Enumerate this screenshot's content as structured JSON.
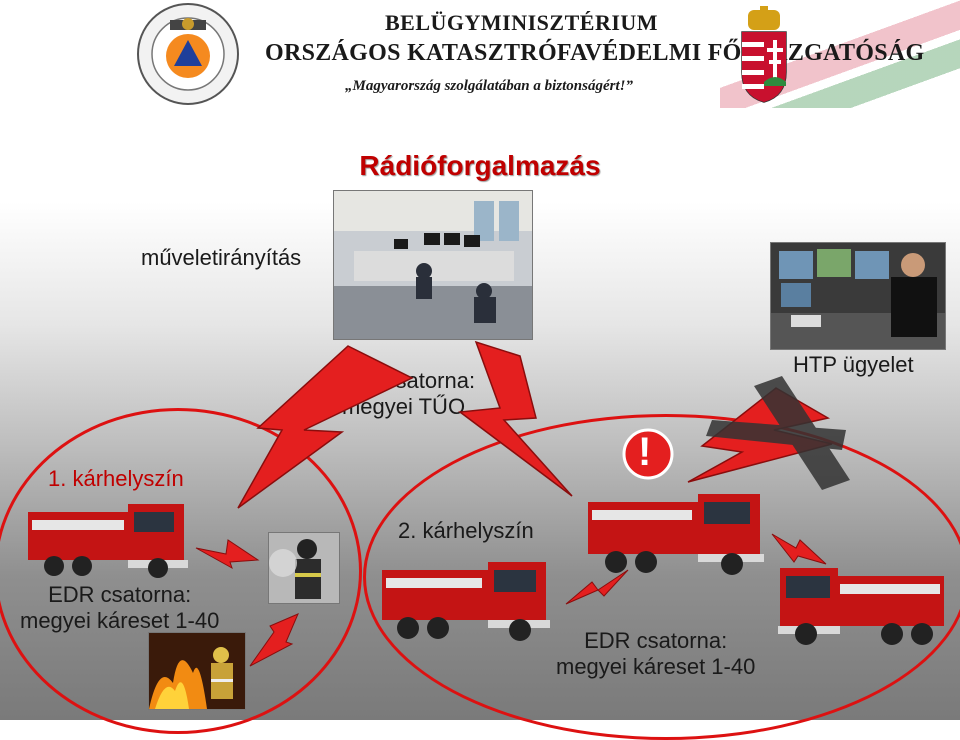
{
  "header": {
    "ministry": "BELÜGYMINISZTÉRIUM",
    "directorate": "ORSZÁGOS KATASZTRÓFAVÉDELMI FŐIGAZGATÓSÁG",
    "motto": "„Magyarország szolgálatában a biztonságért!”",
    "seal_icon": "disaster-management-seal-icon",
    "coat_icon": "hungarian-coat-of-arms-icon"
  },
  "slide": {
    "title": "Rádióforgalmazás",
    "operations_label": "műveletirányítás",
    "htp_label": "HTP ügyelet",
    "edr_tuo_line1": "EDR csatorna:",
    "edr_tuo_line2": "megyei TŰO",
    "scene1_label": "1. kárhelyszín",
    "scene2_label": "2. kárhelyszín",
    "scene1_edr_line1": "EDR csatorna:",
    "scene1_edr_line2": "megyei kárеset 1-40",
    "scene2_edr_line1": "EDR csatorna:",
    "scene2_edr_line2": "megyei káreset 1-40",
    "warning_glyph": "!"
  },
  "colors": {
    "accent_red": "#c00000",
    "bolt_red": "#e41f1f",
    "cross_dark": "#333333"
  }
}
